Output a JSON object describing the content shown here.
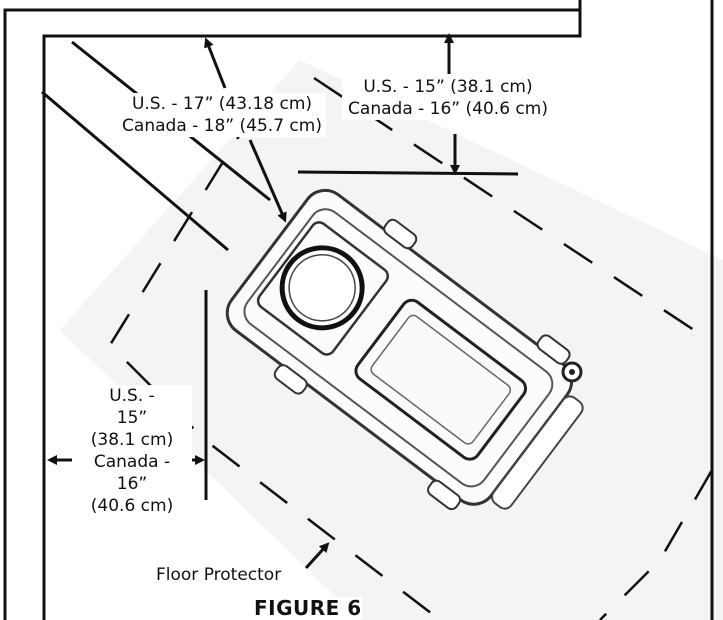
{
  "labels": {
    "top_diagonal": {
      "line1": "U.S. - 17” (43.18 cm)",
      "line2": "Canada - 18” (45.7 cm)"
    },
    "top_right": {
      "line1": "U.S. - 15” (38.1 cm)",
      "line2": "Canada - 16” (40.6 cm)"
    },
    "left_side": {
      "line1": "U.S. -",
      "line2": "15”",
      "line3": "(38.1 cm)",
      "line4": "Canada -",
      "line5": "16”",
      "line6": "(40.6 cm)"
    },
    "floor_protector": "Floor Protector",
    "figure_title": "FIGURE 6"
  },
  "colors": {
    "line": "#111111",
    "shading": "#f4f4f4"
  }
}
